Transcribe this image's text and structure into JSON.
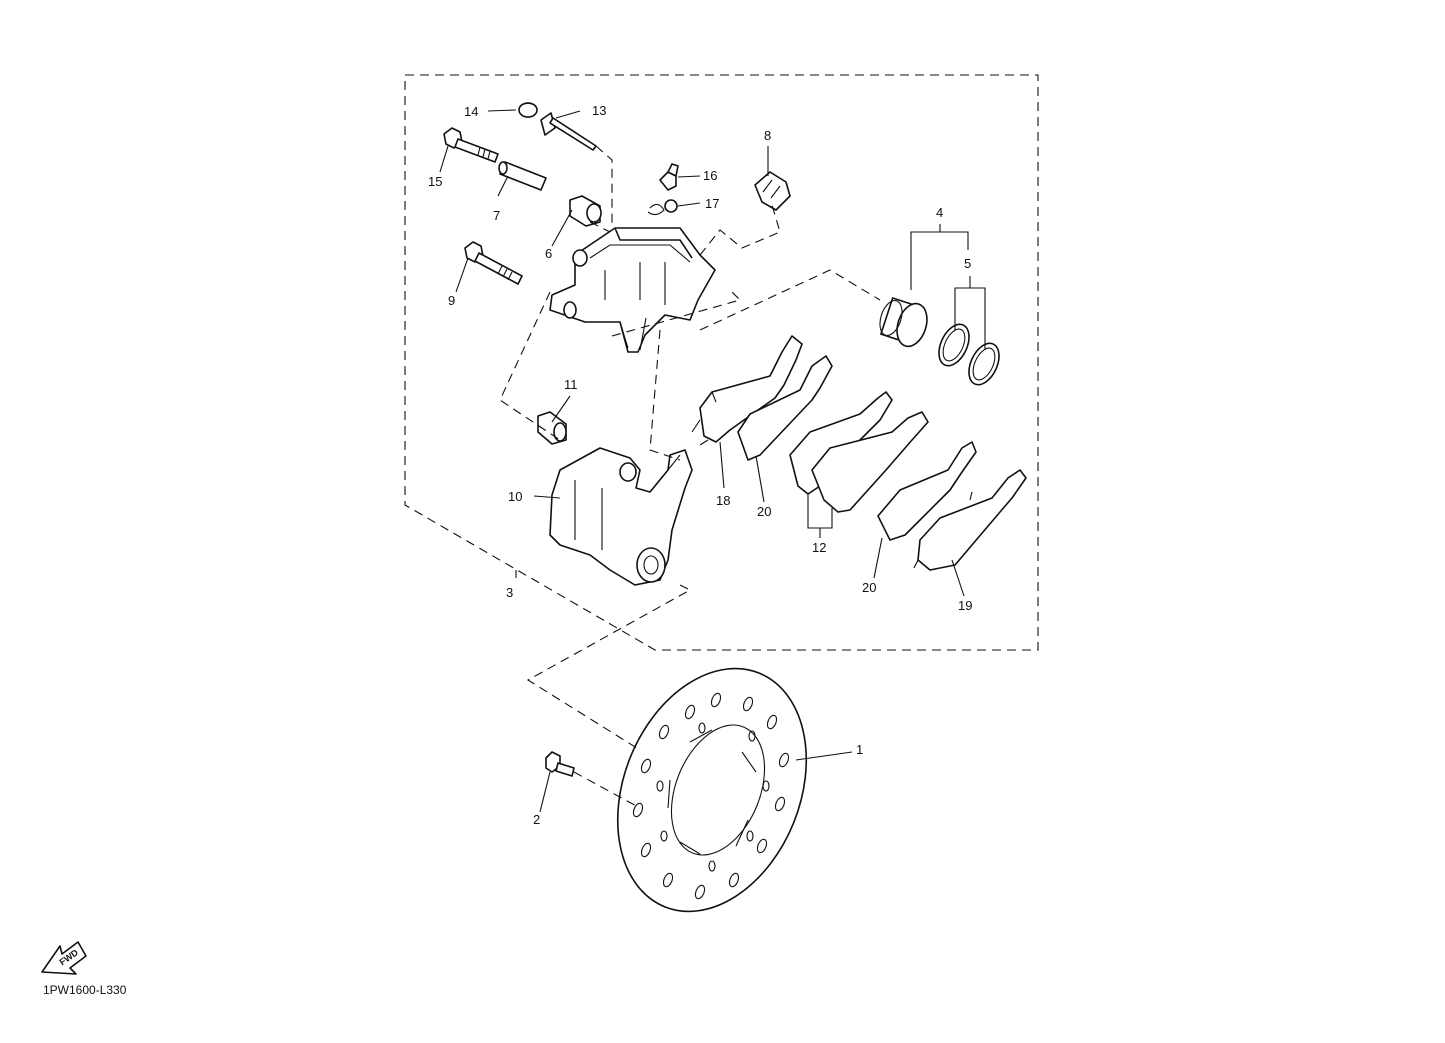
{
  "callouts": [
    {
      "id": "1",
      "label": "1"
    },
    {
      "id": "2",
      "label": "2"
    },
    {
      "id": "3",
      "label": "3"
    },
    {
      "id": "4",
      "label": "4"
    },
    {
      "id": "5",
      "label": "5"
    },
    {
      "id": "6",
      "label": "6"
    },
    {
      "id": "7",
      "label": "7"
    },
    {
      "id": "8",
      "label": "8"
    },
    {
      "id": "9",
      "label": "9"
    },
    {
      "id": "10",
      "label": "10"
    },
    {
      "id": "11",
      "label": "11"
    },
    {
      "id": "12",
      "label": "12"
    },
    {
      "id": "13",
      "label": "13"
    },
    {
      "id": "14",
      "label": "14"
    },
    {
      "id": "15",
      "label": "15"
    },
    {
      "id": "16",
      "label": "16"
    },
    {
      "id": "17",
      "label": "17"
    },
    {
      "id": "18",
      "label": "18"
    },
    {
      "id": "19",
      "label": "19"
    },
    {
      "id": "20a",
      "label": "20"
    },
    {
      "id": "20b",
      "label": "20"
    }
  ],
  "fwd_label": "FWD",
  "diagram_code": "1PW1600-L330"
}
